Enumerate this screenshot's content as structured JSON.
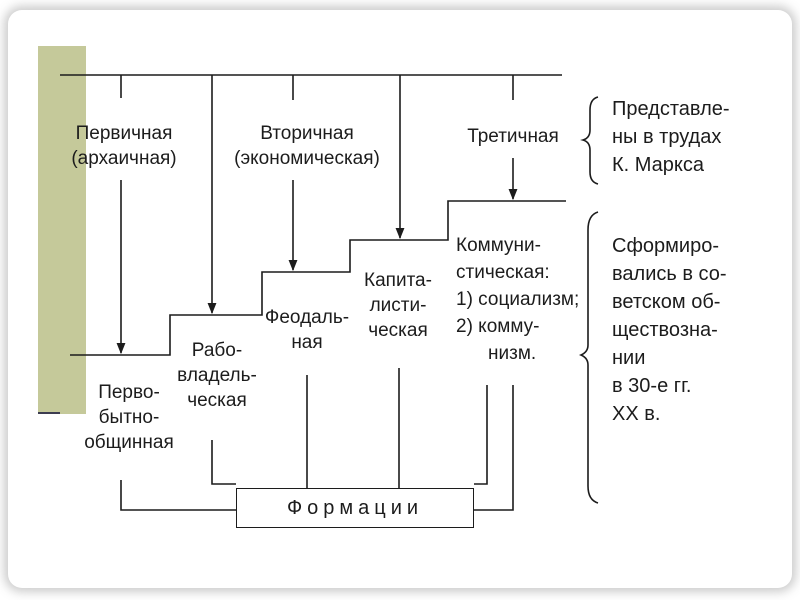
{
  "title_items": [],
  "society_types": {
    "primary": [
      "Первичная",
      "(архаичная)"
    ],
    "secondary": [
      "Вторичная",
      "(экономическая)"
    ],
    "tertiary": [
      "Третичная"
    ]
  },
  "brackets": {
    "marx": [
      "Представле-",
      "ны в трудах",
      "К. Маркса"
    ],
    "soviet": [
      "Сформиро-",
      "вались в со-",
      "ветском об-",
      "ществозна-",
      "нии",
      "в 30-е гг.",
      "XX в."
    ]
  },
  "formations": {
    "primitive": [
      "Перво-",
      "бытно-",
      "общинная"
    ],
    "slave": [
      "Рабо-",
      "владель-",
      "ческая"
    ],
    "feudal": [
      "Феодаль-",
      "ная"
    ],
    "capitalist": [
      "Капита-",
      "листи-",
      "ческая"
    ],
    "communist": [
      "Коммуни-",
      "стическая:",
      "1) социализм;",
      "2) комму-",
      "низм."
    ]
  },
  "formations_box": "Формации",
  "colors": {
    "ink": "#1c1c1c",
    "accent_olive": "#c5c99a",
    "accent_line": "#3c3c50"
  }
}
